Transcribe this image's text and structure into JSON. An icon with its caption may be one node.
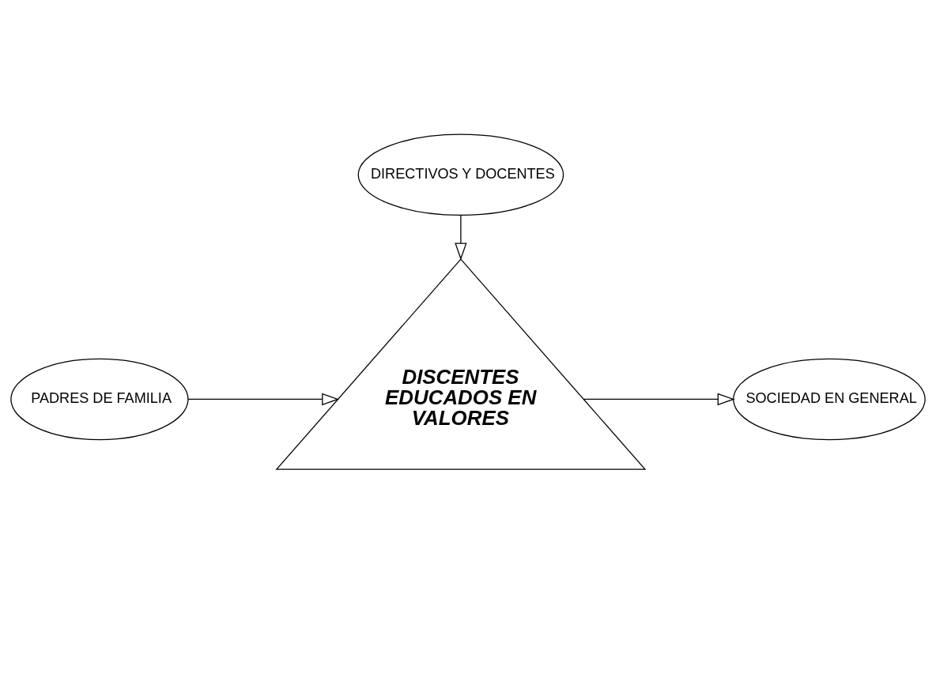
{
  "diagram": {
    "nodes": [
      {
        "text": [
          "DIRECTIVOS Y DOCENTES"
        ]
      },
      {
        "text": [
          "DISCENTES EDUCADOS EN VALORES"
        ]
      },
      {
        "text": [
          "PADRES DE FAMILIA"
        ]
      },
      {
        "text": [
          "SOCIEDAD EN GENERAL"
        ]
      }
    ],
    "edges": [
      {
        "from": 0,
        "to": 1,
        "arrow": "to"
      },
      {
        "from": 2,
        "to": 1,
        "arrow": "to"
      },
      {
        "from": 1,
        "to": 3,
        "arrow": "to"
      }
    ]
  }
}
